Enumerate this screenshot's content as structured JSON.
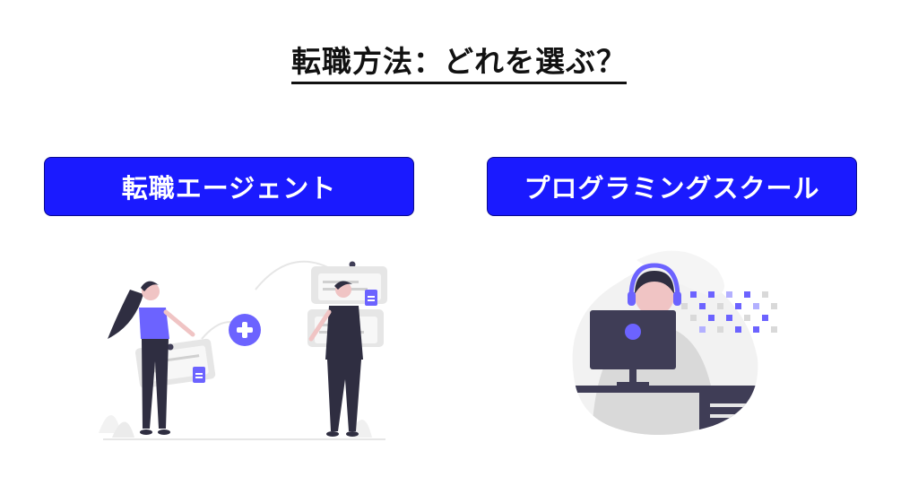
{
  "title": "転職方法：どれを選ぶ？",
  "options": [
    {
      "label": "転職エージェント",
      "icon": "agent-meeting-illustration"
    },
    {
      "label": "プログラミングスクール",
      "icon": "programmer-at-computer-illustration"
    }
  ],
  "colors": {
    "accent": "#1a1aff",
    "illustration_accent": "#6c63ff",
    "dark": "#2f2e41"
  }
}
